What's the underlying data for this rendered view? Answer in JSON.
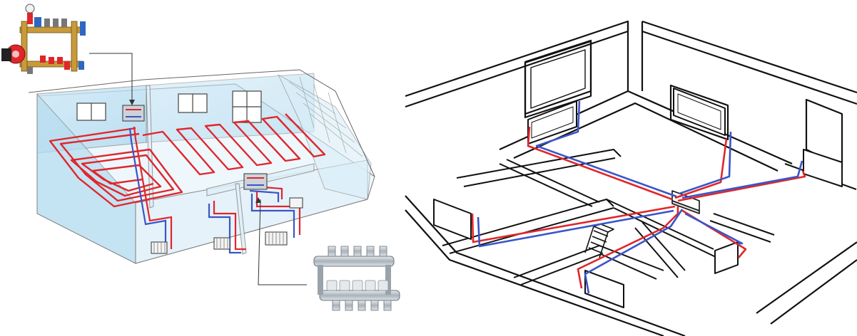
{
  "figure": {
    "panels": [
      {
        "id": "left",
        "kind": "isometric-house-underfloor-heating"
      },
      {
        "id": "right",
        "kind": "isometric-floorplan-radiator-piping"
      }
    ]
  },
  "colors": {
    "hot_pipe": "#e0262b",
    "cold_pipe": "#3a55c8",
    "wall_tint": "#bfe1f2",
    "wall_tint_dark": "#9fcfe8",
    "line": "#111111",
    "steel": "#b8bfc6",
    "brass": "#c89a3a"
  },
  "icons": [
    "mixing-unit-icon",
    "pump-icon",
    "manifold-icon",
    "radiator-icon",
    "window-icon",
    "stairs-icon"
  ]
}
